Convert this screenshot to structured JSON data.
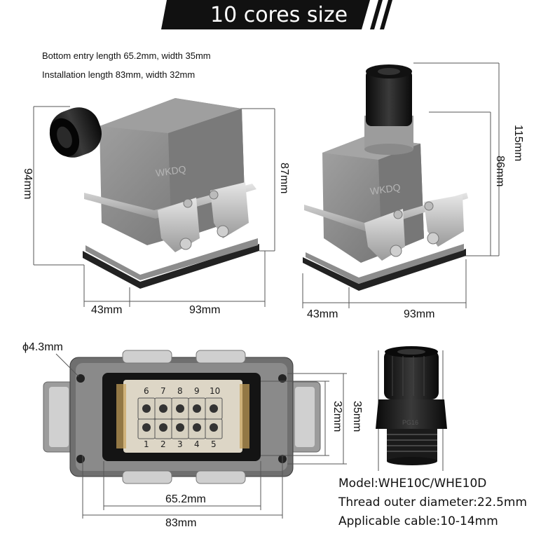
{
  "banner": {
    "title": "10 cores size"
  },
  "notes": {
    "bottom_entry": "Bottom entry length 65.2mm, width 35mm",
    "installation": "Installation length 83mm, width 32mm"
  },
  "side_view": {
    "height_total": "94mm",
    "height_body": "87mm",
    "width_left": "43mm",
    "width_right": "93mm",
    "brand": "WKDQ"
  },
  "top_view": {
    "height_total": "115mm",
    "height_body": "86mm",
    "width_left": "43mm",
    "width_right": "93mm",
    "brand": "WKDQ"
  },
  "bottom_view": {
    "hole": "ϕ4.3mm",
    "inner_length": "65.2mm",
    "outer_length": "83mm",
    "inner_width": "32mm",
    "outer_width": "35mm",
    "pins_top": [
      "6",
      "7",
      "8",
      "9",
      "10"
    ],
    "pins_bottom": [
      "1",
      "2",
      "3",
      "4",
      "5"
    ]
  },
  "gland": {
    "marking": "PG16"
  },
  "specs": {
    "model": "Model:WHE10C/WHE10D",
    "thread": "Thread outer diameter:22.5mm",
    "cable": "Applicable cable:10-14mm"
  },
  "colors": {
    "housing": "#8a8a8a",
    "banner": "#111111",
    "rubber": "#1a1a1a",
    "insert": "#d8d2c4"
  }
}
